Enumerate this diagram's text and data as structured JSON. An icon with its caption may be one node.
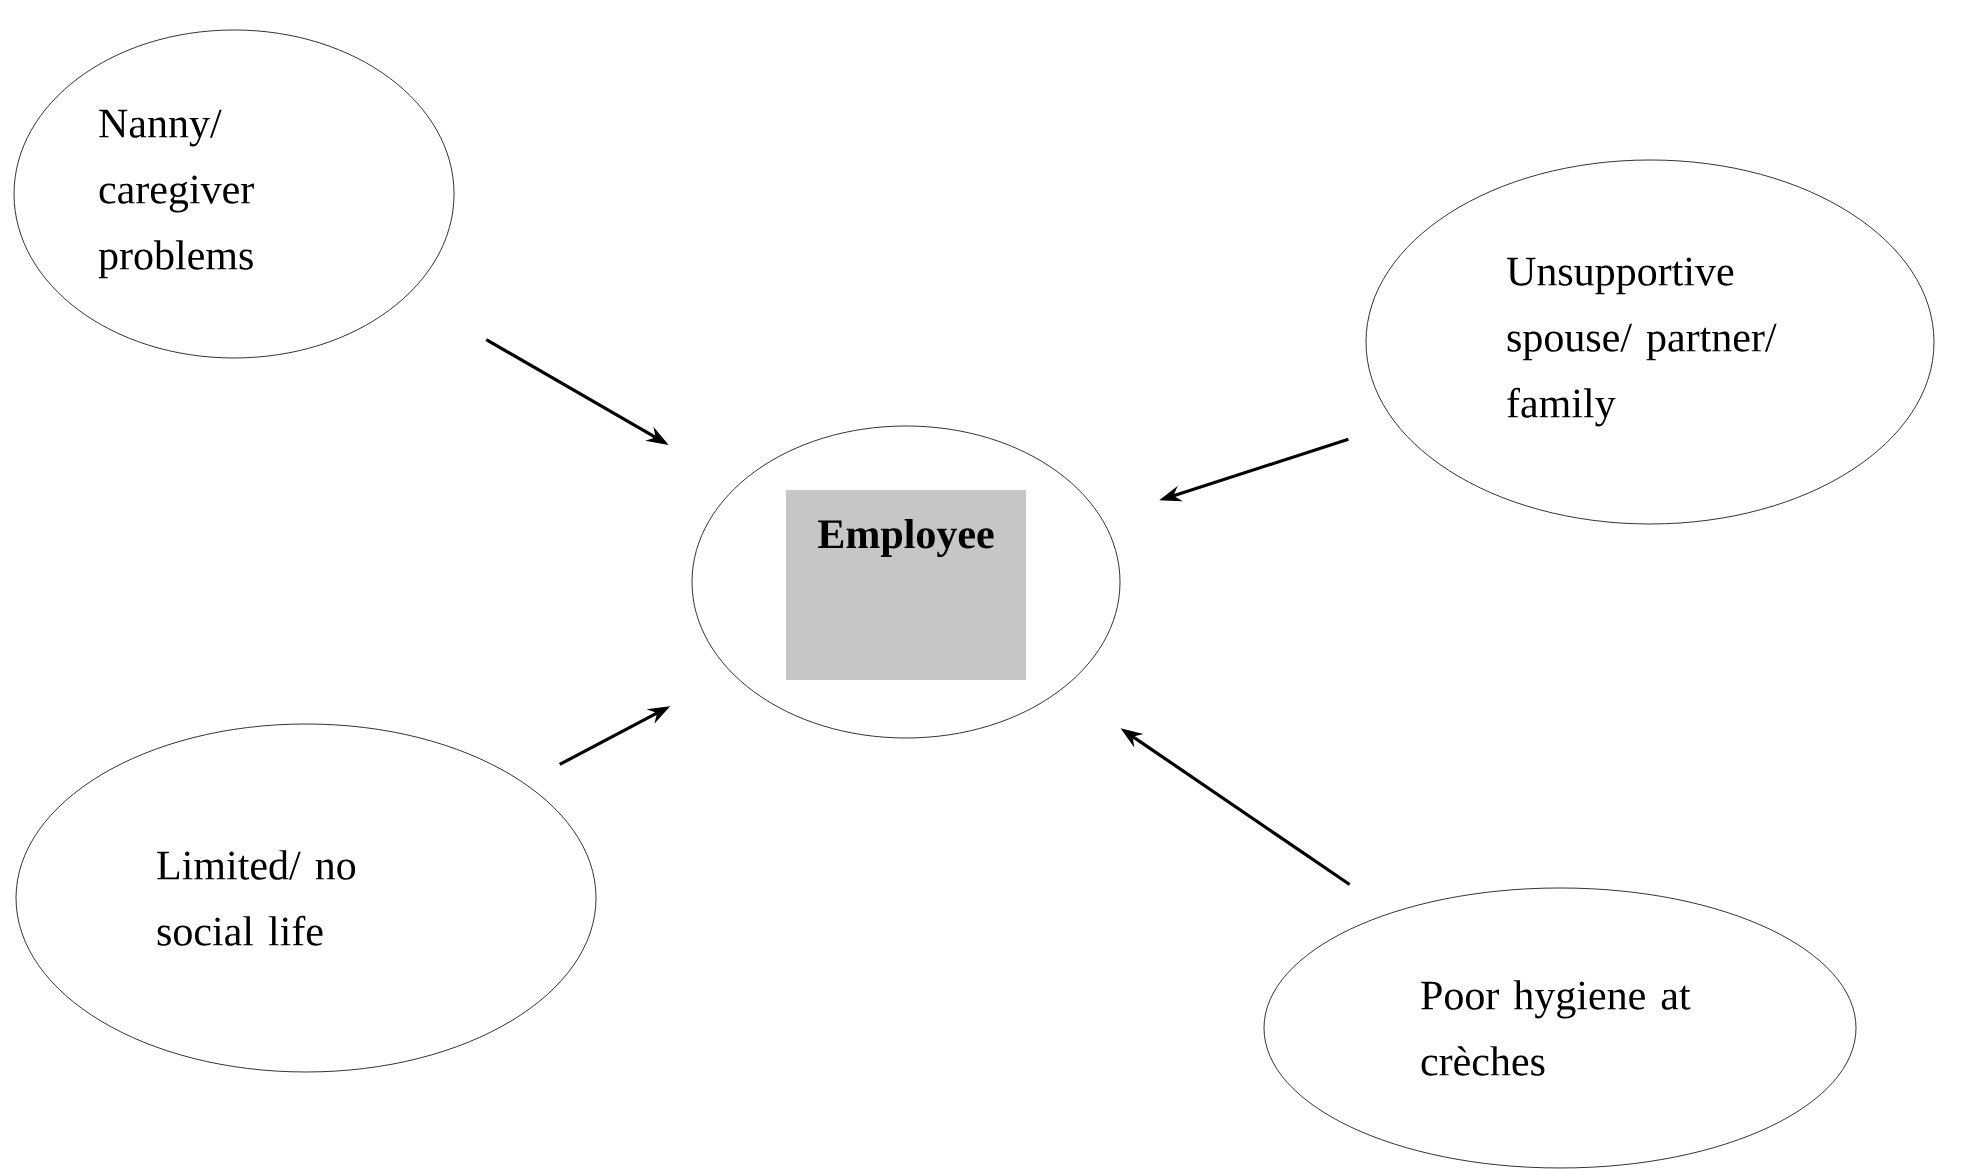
{
  "diagram": {
    "nodes": [
      {
        "text": [
          "Nanny/ caregiver problems"
        ]
      },
      {
        "text": [
          "Unsupportive spouse/ partner/ family"
        ]
      },
      {
        "text": [
          "Employee"
        ]
      },
      {
        "text": [
          "Limited/ no social life"
        ]
      },
      {
        "text": [
          "Poor hygiene at crèches"
        ]
      }
    ],
    "edges": [
      {
        "from": 0,
        "to": 2,
        "arrow": "to"
      },
      {
        "from": 1,
        "to": 2,
        "arrow": "to"
      },
      {
        "from": 3,
        "to": 2,
        "arrow": "to"
      },
      {
        "from": 4,
        "to": 2,
        "arrow": "to"
      }
    ]
  }
}
